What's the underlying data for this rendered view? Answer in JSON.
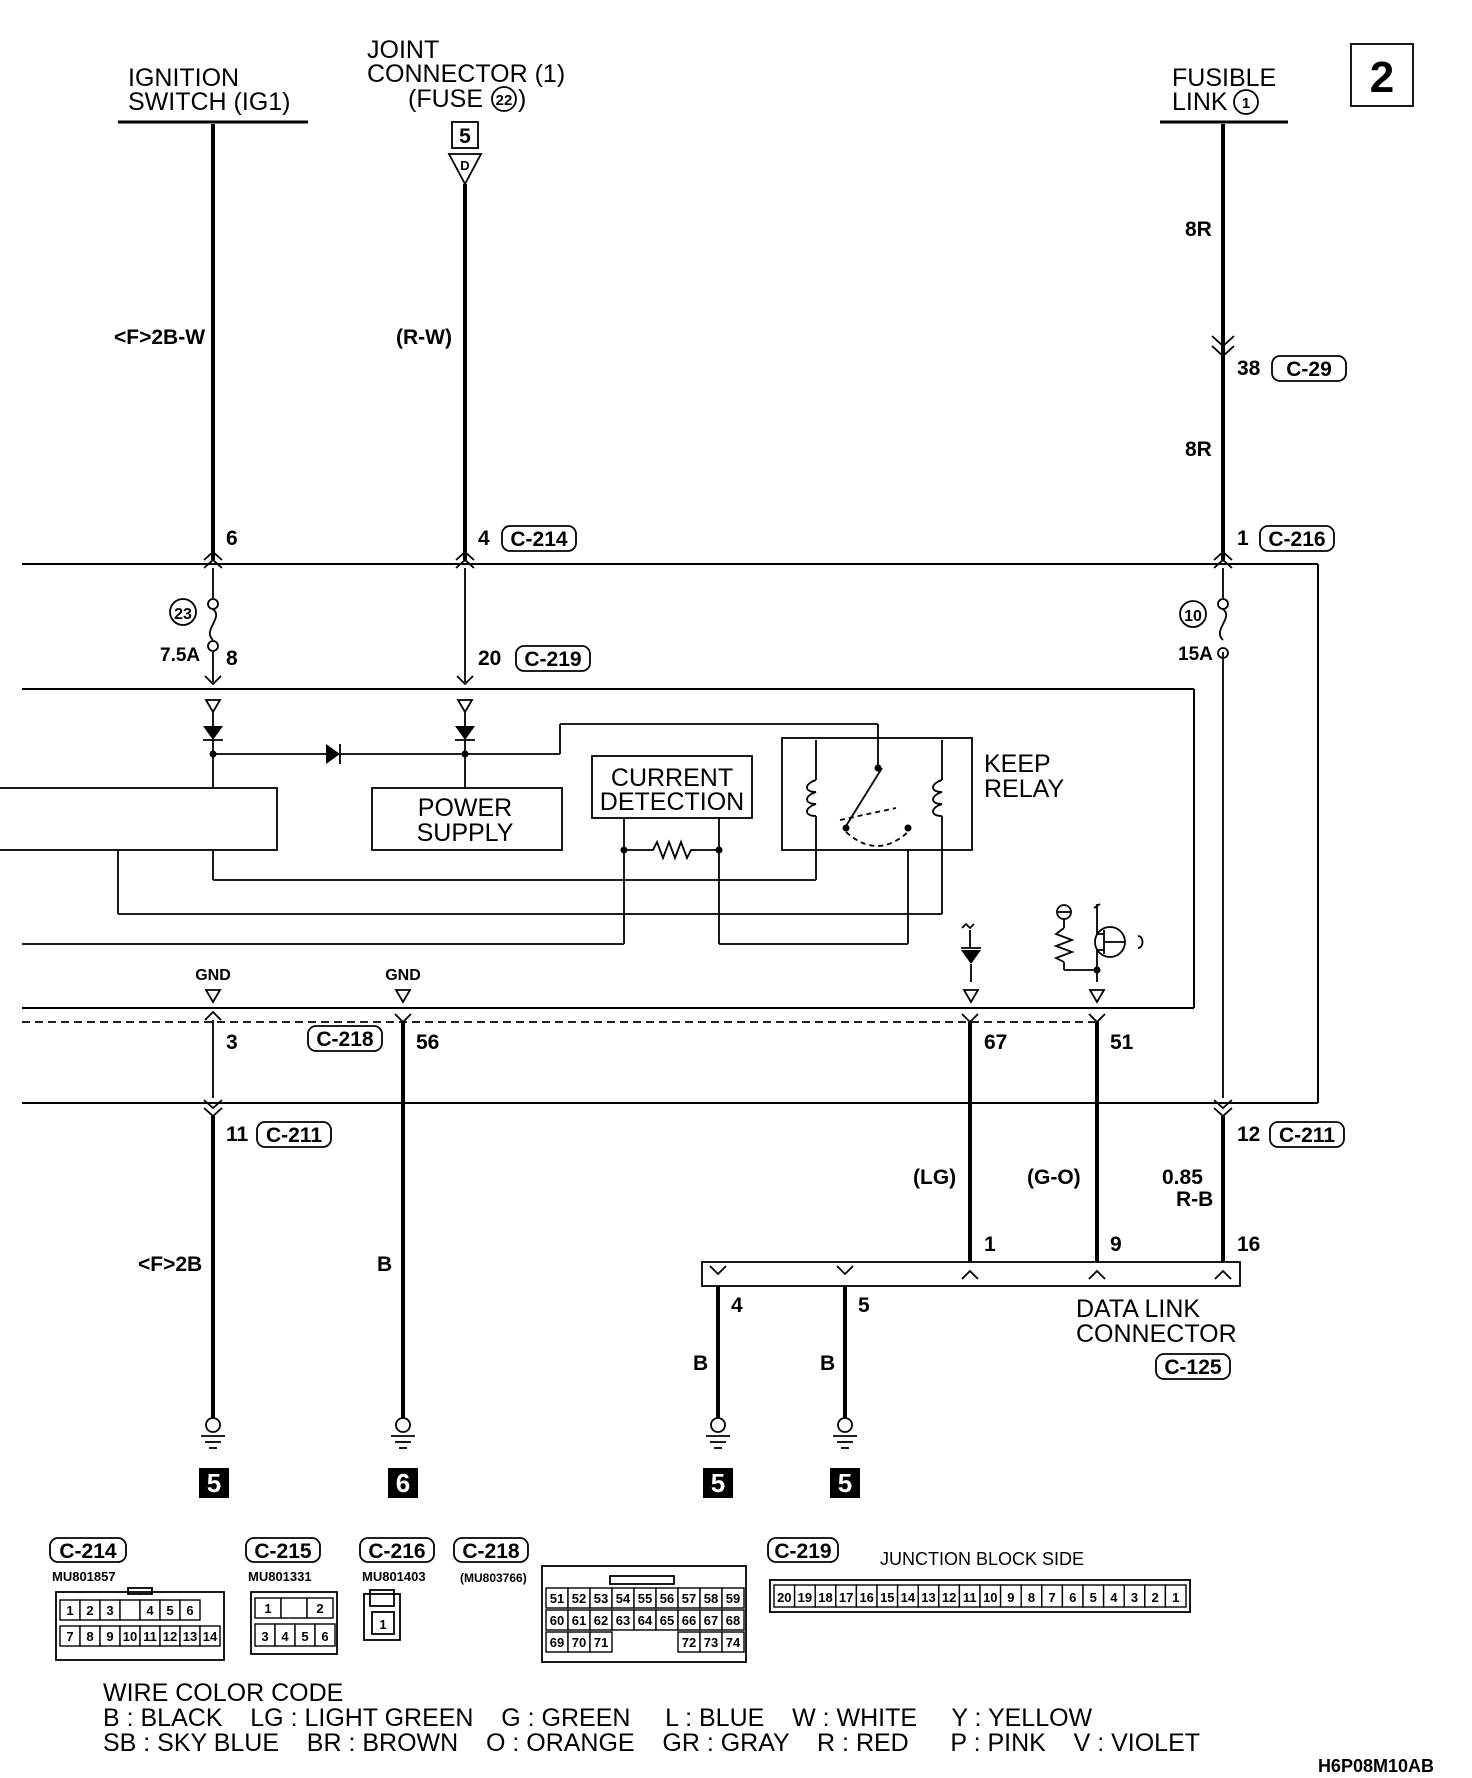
{
  "page_number": "2",
  "drawing_code": "H6P08M10AB",
  "sources": {
    "ignition_switch": [
      "IGNITION",
      "SWITCH (IG1)"
    ],
    "joint_connector": [
      "JOINT",
      "CONNECTOR (1)",
      "(FUSE",
      "22",
      ")"
    ],
    "joint_connector_ref": "5",
    "joint_connector_pin": "D",
    "fusible_link": [
      "FUSIBLE",
      "LINK",
      "1"
    ]
  },
  "wires": {
    "ig_top": "<F>2B-W",
    "jc_top": "(R-W)",
    "fl_top": "8R",
    "fl_mid": "8R",
    "gnd_left": "<F>2B",
    "gnd_c218": "B",
    "dlc_lg": "(LG)",
    "dlc_go": "(G-O)",
    "dlc_rb_1": "0.85",
    "dlc_rb_2": "R-B",
    "dlc_b4": "B",
    "dlc_b5": "B"
  },
  "pins": {
    "ig_c214": "6",
    "jc_c214": "4",
    "fl_c216": "1",
    "fl_c29": "38",
    "fuse23_out": "8",
    "jc_c219": "20",
    "gnd_3": "3",
    "c218_56": "56",
    "c218_67": "67",
    "c218_51": "51",
    "c211_11": "11",
    "c211_12": "12",
    "dlc_1": "1",
    "dlc_9": "9",
    "dlc_16": "16",
    "dlc_4": "4",
    "dlc_5": "5"
  },
  "connectors": {
    "c214": "C-214",
    "c29": "C-29",
    "c216": "C-216",
    "c219": "C-219",
    "c218": "C-218",
    "c211_left": "C-211",
    "c211_right": "C-211",
    "c125": "C-125"
  },
  "fuses": {
    "f23_num": "23",
    "f23_amp": "7.5A",
    "f10_num": "10",
    "f10_amp": "15A"
  },
  "blocks": {
    "power_supply": [
      "POWER",
      "SUPPLY"
    ],
    "current_detection": [
      "CURRENT",
      "DETECTION"
    ],
    "keep_relay": [
      "KEEP",
      "RELAY"
    ],
    "gnd_a": "GND",
    "gnd_b": "GND"
  },
  "dlc": {
    "label_1": "DATA LINK",
    "label_2": "CONNECTOR"
  },
  "ground_refs": [
    "5",
    "6",
    "5",
    "5"
  ],
  "connector_views": {
    "c214": {
      "label": "C-214",
      "part": "MU801857",
      "row1": [
        "1",
        "2",
        "3",
        "",
        "4",
        "5",
        "6"
      ],
      "row2": [
        "7",
        "8",
        "9",
        "10",
        "11",
        "12",
        "13",
        "14"
      ]
    },
    "c215": {
      "label": "C-215",
      "part": "MU801331",
      "row1": [
        "1",
        "",
        "2"
      ],
      "row2": [
        "3",
        "4",
        "5",
        "6"
      ]
    },
    "c216": {
      "label": "C-216",
      "part": "MU801403",
      "row1": [
        "1"
      ]
    },
    "c218": {
      "label": "C-218",
      "part": "(MU803766)",
      "row1": [
        "51",
        "52",
        "53",
        "54",
        "55",
        "56",
        "57",
        "58",
        "59"
      ],
      "row2": [
        "60",
        "61",
        "62",
        "63",
        "64",
        "65",
        "66",
        "67",
        "68"
      ],
      "row3": [
        "69",
        "70",
        "71",
        "72",
        "73",
        "74"
      ]
    },
    "c219": {
      "label": "C-219",
      "note": "JUNCTION BLOCK SIDE",
      "row1": [
        "20",
        "19",
        "18",
        "17",
        "16",
        "15",
        "14",
        "13",
        "12",
        "11",
        "10",
        "9",
        "8",
        "7",
        "6",
        "5",
        "4",
        "3",
        "2",
        "1"
      ]
    }
  },
  "legend": {
    "title": "WIRE COLOR CODE",
    "line1": "B : BLACK    LG : LIGHT GREEN    G : GREEN     L : BLUE    W : WHITE     Y : YELLOW",
    "line2": "SB : SKY BLUE    BR : BROWN    O : ORANGE    GR : GRAY    R : RED      P : PINK    V : VIOLET"
  }
}
